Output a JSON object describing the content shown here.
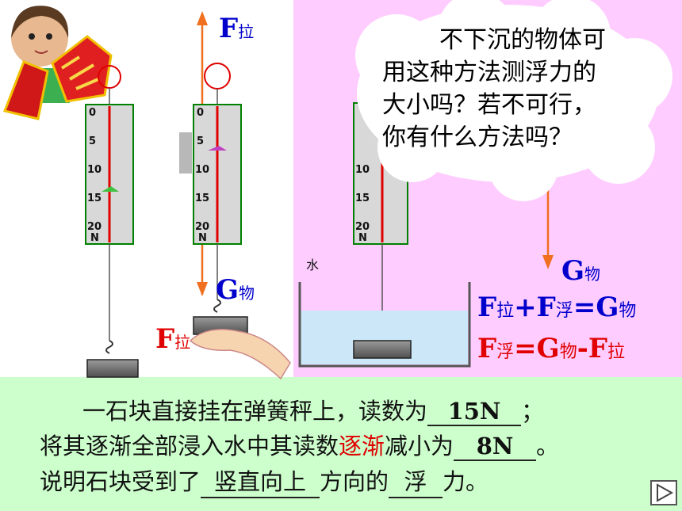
{
  "force_labels": {
    "F": "F",
    "G": "G",
    "la": "拉",
    "fu": "浮",
    "wu": "物"
  },
  "scale_ticks": [
    "0",
    "5",
    "10",
    "15",
    "20",
    "N"
  ],
  "water_label": "水",
  "bubble_text": [
    "不下沉的物体可",
    "用这种方法测浮力的",
    "大小吗？若不可行，",
    "你有什么方法吗？"
  ],
  "equations": {
    "eq1_plus": "+",
    "eq1_equals": "=",
    "eq2_equals": "=",
    "eq2_minus": "-"
  },
  "sentence": {
    "line1_prefix": "一石块直接挂在弹簧秤上，读数为",
    "answer1": "15N",
    "line1_suffix": "；",
    "line2_prefix": "将其逐渐全部浸入水中其读数",
    "line2_highlight": "逐渐",
    "line2_mid": "减小为",
    "answer2": "8N",
    "line2_suffix": "。",
    "line3_prefix": "说明石块受到了",
    "answer3": "竖直向上",
    "line3_mid": "方向的",
    "answer4": "浮",
    "line3_suffix": "力。"
  },
  "colors": {
    "label_blue": "#0000cc",
    "label_red": "#e00000",
    "arrow_orange": "#f07020",
    "pink": "#ffccff",
    "green": "#ccffcc",
    "water": "#cce8f8"
  }
}
